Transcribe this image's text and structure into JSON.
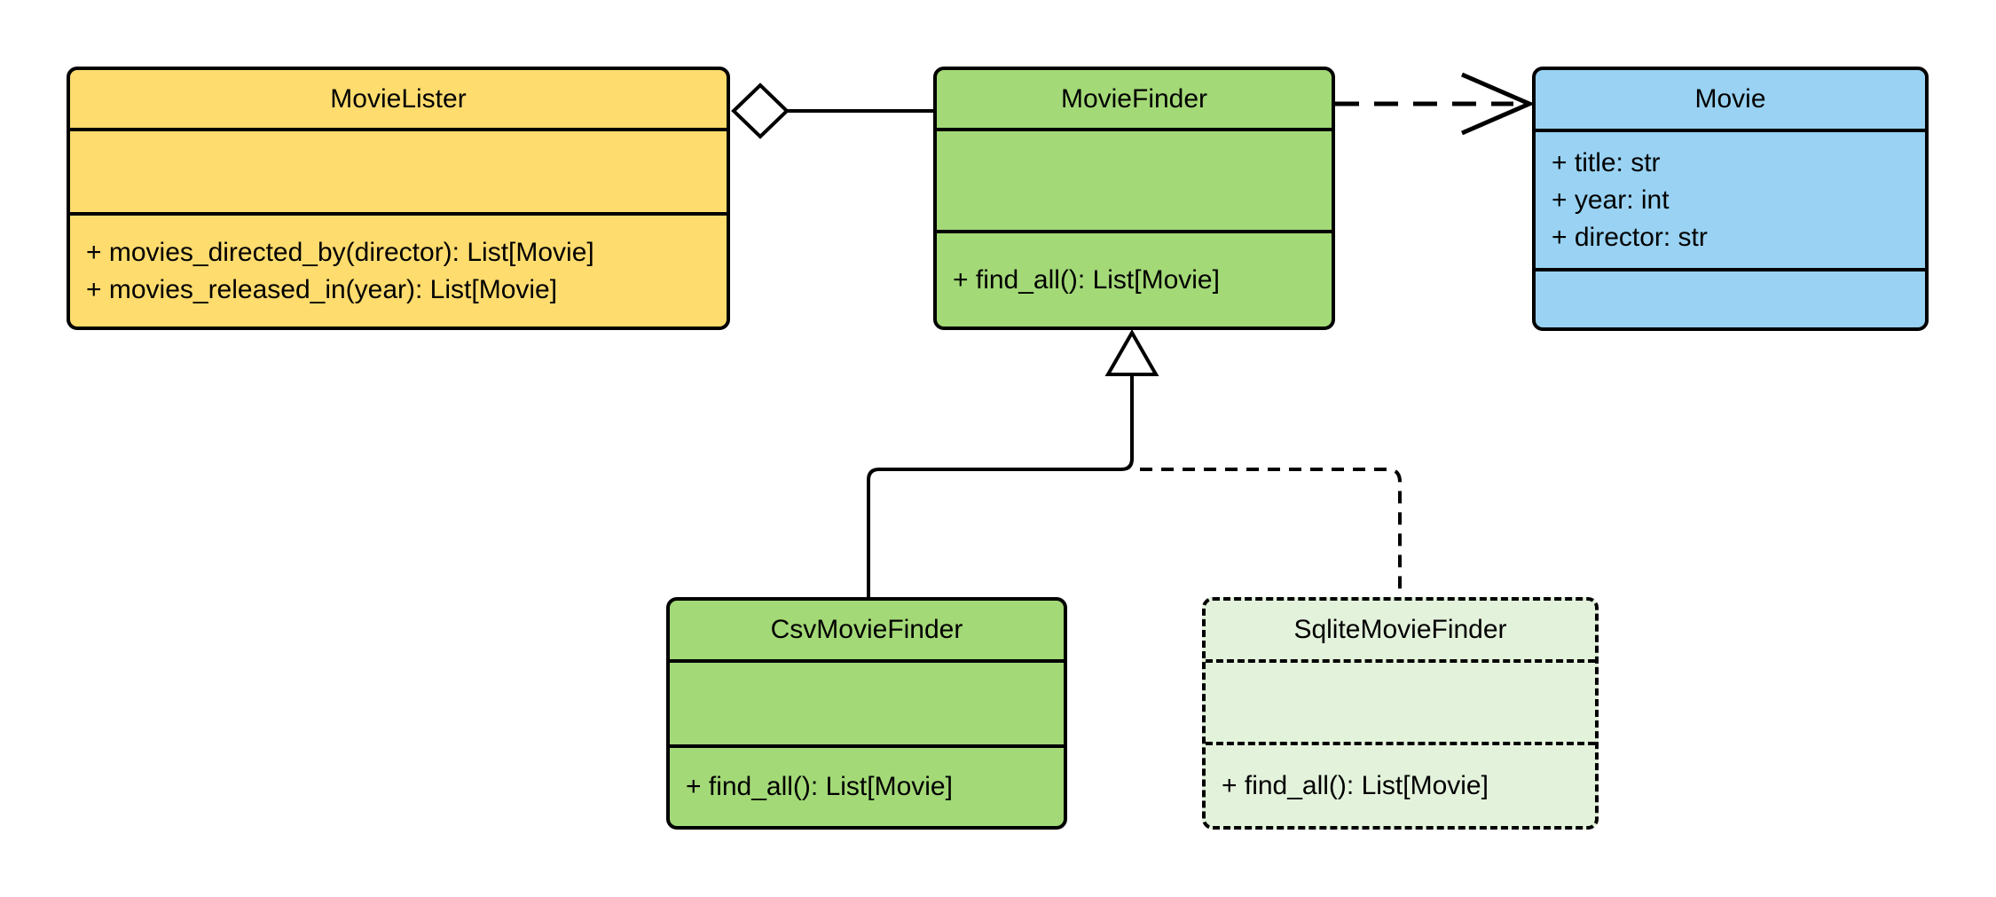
{
  "diagram": {
    "type": "uml-class-diagram",
    "classes": [
      {
        "name": "MovieLister",
        "fill": "#FFDC6E",
        "border": "solid",
        "attributes": [],
        "methods": [
          "+ movies_directed_by(director): List[Movie]",
          "+ movies_released_in(year): List[Movie]"
        ]
      },
      {
        "name": "MovieFinder",
        "fill": "#A3D977",
        "border": "solid",
        "attributes": [],
        "methods": [
          "+ find_all(): List[Movie]"
        ]
      },
      {
        "name": "Movie",
        "fill": "#99D2F2",
        "border": "solid",
        "attributes": [
          "+ title: str",
          "+ year: int",
          "+ director: str"
        ],
        "methods": []
      },
      {
        "name": "CsvMovieFinder",
        "fill": "#A3D977",
        "border": "solid",
        "attributes": [],
        "methods": [
          "+ find_all(): List[Movie]"
        ]
      },
      {
        "name": "SqliteMovieFinder",
        "fill": "#E3F2DB",
        "border": "dashed",
        "attributes": [],
        "methods": [
          "+ find_all(): List[Movie]"
        ]
      }
    ],
    "relationships": [
      {
        "type": "aggregation",
        "from": "MovieLister",
        "to": "MovieFinder",
        "line": "solid",
        "marker": "hollow-diamond"
      },
      {
        "type": "dependency",
        "from": "MovieFinder",
        "to": "Movie",
        "line": "dashed",
        "marker": "open-arrow"
      },
      {
        "type": "inheritance",
        "from": "CsvMovieFinder",
        "to": "MovieFinder",
        "line": "solid",
        "marker": "hollow-triangle"
      },
      {
        "type": "inheritance",
        "from": "SqliteMovieFinder",
        "to": "MovieFinder",
        "line": "dashed",
        "marker": "hollow-triangle"
      }
    ],
    "colors": {
      "stroke": "#000000",
      "background": "#ffffff",
      "yellow_fill": "#FFDC6E",
      "green_fill": "#A3D977",
      "blue_fill": "#99D2F2",
      "light_green_fill": "#E3F2DB"
    }
  }
}
